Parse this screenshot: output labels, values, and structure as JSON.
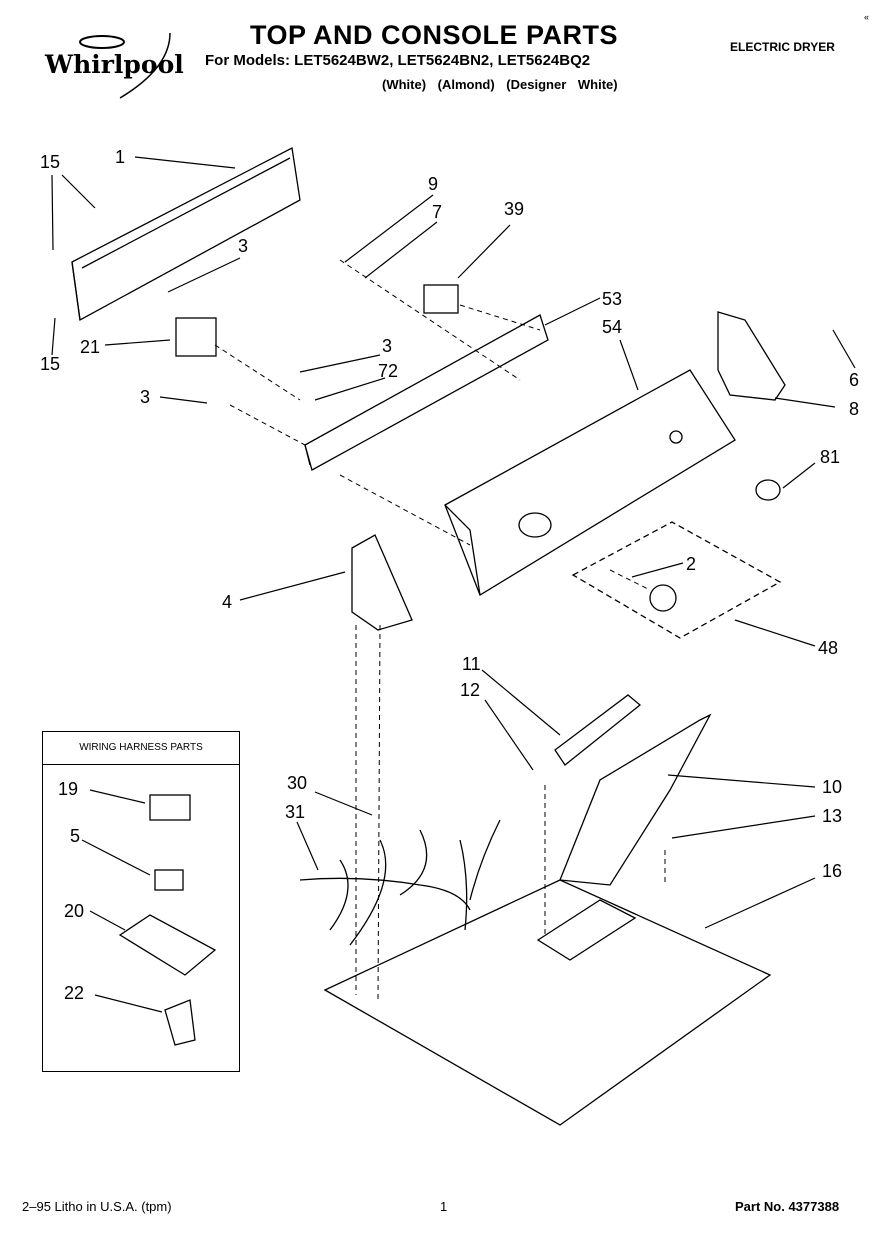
{
  "header": {
    "brand": "Whirlpool",
    "title": "TOP AND CONSOLE PARTS",
    "models": "For Models: LET5624BW2, LET5624BN2, LET5624BQ2",
    "variants": "(White)   (Almond)   (Designer White)",
    "product": "ELECTRIC DRYER",
    "corner_mark": "«"
  },
  "harness_box": {
    "title": "WIRING HARNESS PARTS"
  },
  "callouts": [
    "1",
    "15",
    "15",
    "9",
    "7",
    "39",
    "3",
    "53",
    "54",
    "21",
    "3",
    "72",
    "3",
    "6",
    "8",
    "81",
    "2",
    "4",
    "48",
    "11",
    "12",
    "10",
    "30",
    "31",
    "13",
    "16",
    "19",
    "5",
    "20",
    "22"
  ],
  "footer": {
    "litho": "2–95 Litho in U.S.A. (tpm)",
    "page": "1",
    "part_no": "Part No. 4377388"
  }
}
